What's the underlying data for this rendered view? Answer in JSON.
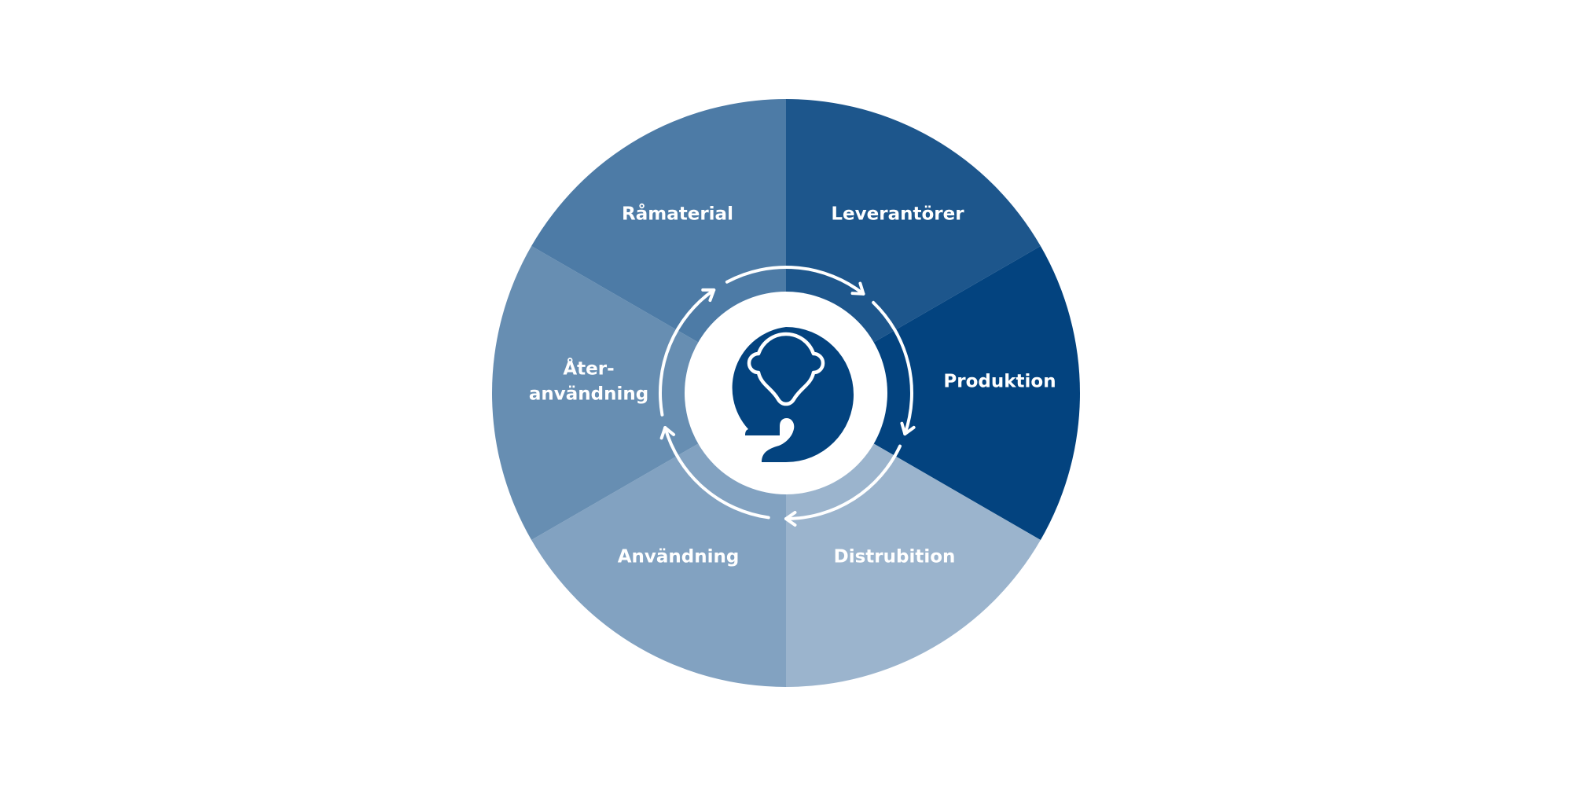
{
  "segments": [
    {
      "label": "Leverantörer",
      "lines": [
        "Leverantörer"
      ],
      "color": "#1d568c"
    },
    {
      "label": "Produktion",
      "lines": [
        "Produktion"
      ],
      "color": "#03437f"
    },
    {
      "label": "Distrubition",
      "lines": [
        "Distrubition"
      ],
      "color": "#9bb4cd"
    },
    {
      "label": "Användning",
      "lines": [
        "Användning"
      ],
      "color": "#82a2c1"
    },
    {
      "label": "Återanvändning",
      "lines": [
        "Åter-",
        "användning"
      ],
      "color": "#678eb2"
    },
    {
      "label": "Råmaterial",
      "lines": [
        "Råmaterial"
      ],
      "color": "#4d7ba6"
    }
  ],
  "center": {
    "icon": "head-with-question-mark-icon",
    "color": "#03437f"
  },
  "cycle_arrows": {
    "icon": "clockwise-cycle-arrows",
    "color": "#ffffff"
  }
}
